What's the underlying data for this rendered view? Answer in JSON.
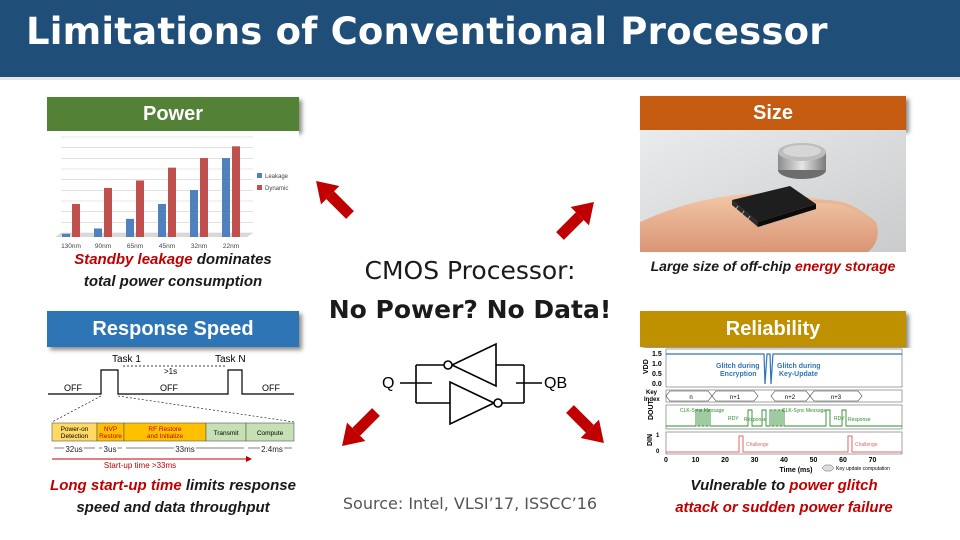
{
  "title": "Limitations of Conventional Processor",
  "panels": {
    "power": {
      "label": "Power",
      "caption_red": "Standby leakage",
      "caption_rest": " dominates",
      "caption_line2": "total power consumption",
      "color": "#538135"
    },
    "size": {
      "label": "Size",
      "caption_black": "Large size of off-chip ",
      "caption_red": "energy storage",
      "color": "#c55a11"
    },
    "response": {
      "label": "Response Speed",
      "caption_red": "Long start-up time",
      "caption_rest": " limits response",
      "caption_line2": "speed and data throughput",
      "color": "#2e75b6"
    },
    "reliability": {
      "label": "Reliability",
      "caption_black": "Vulnerable to ",
      "caption_red1": "power glitch",
      "caption_red2": "attack or sudden power failure",
      "color": "#bf9000"
    }
  },
  "center": {
    "line1": "CMOS Processor:",
    "line2": "No Power? No Data!",
    "q": "Q",
    "qb": "QB"
  },
  "source": "Source: Intel, VLSI’17, ISSCC’16",
  "power_chart": {
    "categories": [
      "130nm",
      "90nm",
      "65nm",
      "45nm",
      "32nm",
      "22nm"
    ],
    "legend": [
      "Leakage",
      "Dynamic"
    ],
    "leakage": [
      0.3,
      0.8,
      1.7,
      3.1,
      4.4,
      7.4
    ],
    "dynamic": [
      3.1,
      4.6,
      5.3,
      6.5,
      7.4,
      8.5
    ],
    "colors": {
      "leakage": "#4f81bd",
      "dynamic": "#c0504d"
    }
  },
  "timing": {
    "task1": "Task 1",
    "taskN": "Task N",
    "gap": ">1s",
    "off": "OFF",
    "steps": [
      "Power-on Detection",
      "NVP Restore",
      "RF Restore and Initialize",
      "Transmit",
      "Compute"
    ],
    "times": [
      "32us",
      "3us",
      "33ms",
      "2.4ms"
    ],
    "startup": "Start-up time >33ms"
  },
  "glitch": {
    "y_labels": [
      "1.5",
      "1.0",
      "0.5",
      "0.0"
    ],
    "axis_vdd": "VDD",
    "axis_key": "Key Index",
    "axis_dout": "DOUT",
    "axis_din": "DIN",
    "ann1": "Glitch during Encryption",
    "ann2": "Glitch during Key-Update",
    "keys": [
      "n",
      "n+1",
      "n+2",
      "n+3"
    ],
    "x_ticks": [
      "0",
      "10",
      "20",
      "30",
      "40",
      "50",
      "60",
      "70"
    ],
    "x_label": "Time (ms)",
    "legend": "Key update computation",
    "dout_labels": [
      "CLK-Sync Message",
      "RDY",
      "Response",
      "CLK-Sync Message",
      "RDY",
      "Response"
    ],
    "din_labels": [
      "Challenge",
      "Challenge"
    ]
  }
}
